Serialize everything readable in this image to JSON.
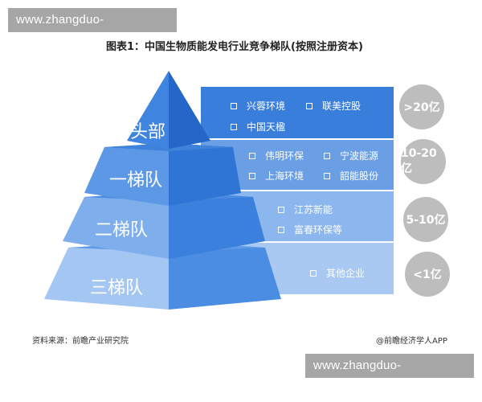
{
  "watermark": {
    "text": "www.zhangduo-technology.com"
  },
  "title": "图表1：中国生物质能发电行业竞争梯队(按照注册资本)",
  "tiers": [
    {
      "label": "头部",
      "range": "&gt;20亿",
      "companies": [
        "兴蓉环境",
        "联美控股",
        "中国天楹"
      ]
    },
    {
      "label": "一梯队",
      "range": "10-20亿",
      "companies": [
        "伟明环保",
        "宁波能源",
        "上海环境",
        "韶能股份"
      ]
    },
    {
      "label": "二梯队",
      "range": "5-10亿",
      "companies": [
        "江苏新能",
        "富春环保等"
      ]
    },
    {
      "label": "三梯队",
      "range": "<1亿",
      "companies": [
        "其他企业"
      ]
    }
  ],
  "ranges": [
    ">20亿",
    "10-20亿",
    "5-10亿",
    "<1亿"
  ],
  "footer": {
    "source": "资料来源：前瞻产业研究院",
    "credit": "@前瞻经济学人APP"
  },
  "colors": {
    "band1": "#3a7edb",
    "band2": "#6a9fe6",
    "band3": "#8cb6ee",
    "band4": "#a9c9f3",
    "circle": "#bdbdbd",
    "watermark_bg": "#a6a6a6"
  }
}
